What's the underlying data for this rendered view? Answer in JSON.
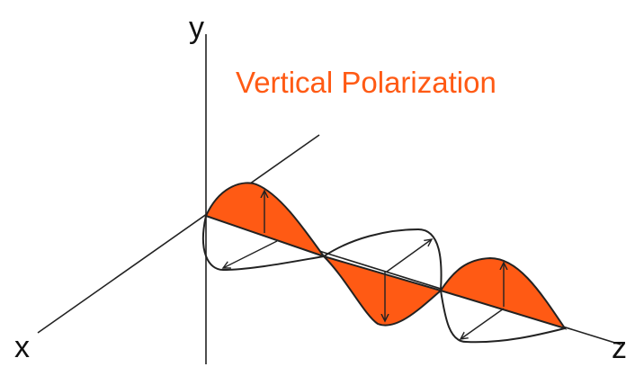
{
  "title": "Vertical Polarization",
  "axes": {
    "x": "x",
    "y": "y",
    "z": "z"
  },
  "colors": {
    "field": "#ff5a14",
    "title": "#ff5a14",
    "line": "#222222"
  }
}
